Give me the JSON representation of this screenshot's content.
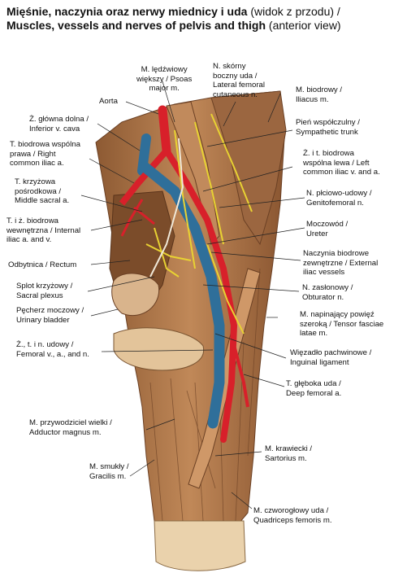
{
  "title": {
    "line1_bold": "Mięśnie, naczynia oraz nerwy miednicy i uda",
    "line1_sub": "(widok z przodu) /",
    "line2_bold": "Muscles, vessels and nerves of pelvis and thigh",
    "line2_sub": "(anterior view)"
  },
  "labels": {
    "psoas": [
      "M. lędźwiowy",
      "większy / Psoas",
      "major m."
    ],
    "lat_fem_cut": [
      "N. skórny",
      "boczny uda /",
      "Lateral femoral",
      "cutaneous n."
    ],
    "aorta": [
      "Aorta"
    ],
    "iliacus": [
      "M. biodrowy /",
      "Iliacus m."
    ],
    "ivc": [
      "Ż. główna dolna /",
      "Inferior v. cava"
    ],
    "symp": [
      "Pień współczulny /",
      "Sympathetic trunk"
    ],
    "rci": [
      "T. biodrowa wspólna",
      "prawa / Right",
      "common iliac a."
    ],
    "lci": [
      "Ż. i t. biodrowa",
      "wspólna lewa / Left",
      "common iliac v. and a."
    ],
    "msa": [
      "T. krzyżowa",
      "pośrodkowa /",
      "Middle sacral  a."
    ],
    "genfem": [
      "N. płciowo-udowy /",
      "Genitofemoral n."
    ],
    "intil": [
      "T. i ż. biodrowa",
      "wewnętrzna / Internal",
      "iliac a. and v."
    ],
    "ureter": [
      "Moczowód /",
      "Ureter"
    ],
    "rectum": [
      "Odbytnica / Rectum"
    ],
    "extil": [
      "Naczynia biodrowe",
      "zewnętrzne / External",
      "iliac vessels"
    ],
    "sacral": [
      "Splot krzyżowy /",
      "Sacral plexus"
    ],
    "obt": [
      "N. zasłonowy /",
      "Obturator n."
    ],
    "bladder": [
      "Pęcherz moczowy /",
      "Urinary bladder"
    ],
    "tfl": [
      "M. napinający powięź",
      "szeroką / Tensor fasciae",
      "latae m."
    ],
    "femoral": [
      "Ż., t. i n. udowy /",
      "Femoral v., a., and n."
    ],
    "inguinal": [
      "Więzadło pachwinowe /",
      "Inguinal ligament"
    ],
    "deepfem": [
      "T. głęboka uda /",
      "Deep femoral a."
    ],
    "adductor": [
      "M. przywodziciel wielki /",
      "Adductor magnus m."
    ],
    "sartorius": [
      "M. krawiecki /",
      "Sartorius m."
    ],
    "gracilis": [
      "M. smukły /",
      "Gracilis m."
    ],
    "quad": [
      "M. czworogłowy uda /",
      "Quadriceps femoris m."
    ]
  },
  "colors": {
    "muscle": "#b07a4c",
    "muscle_dark": "#7e4f2c",
    "artery": "#d8202a",
    "vein": "#2f6f9a",
    "nerve": "#e8d233",
    "bone": "#e6c9a0"
  }
}
